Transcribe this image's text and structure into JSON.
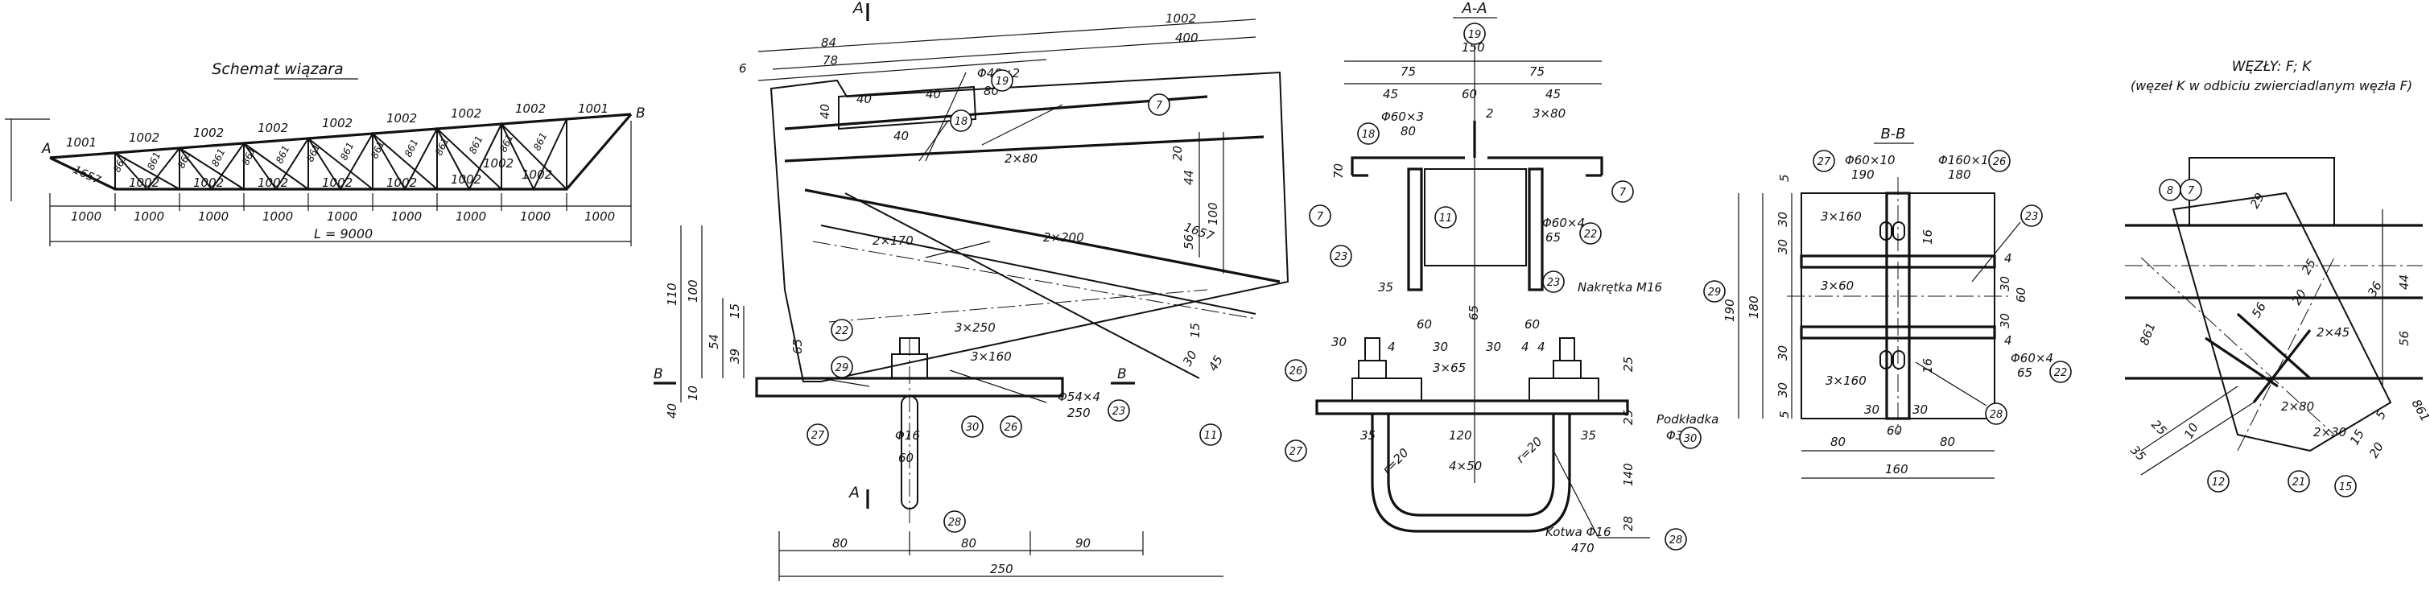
{
  "truss": {
    "title": "Schemat wiązara",
    "node_a": "A",
    "node_b": "B",
    "top_chord": [
      "1001",
      "1002",
      "1002",
      "1002",
      "1002",
      "1002",
      "1002",
      "1002",
      "1001"
    ],
    "bottom_chord": [
      "1002",
      "1002",
      "1002",
      "1002",
      "1002",
      "1002",
      "1002",
      "1002"
    ],
    "end_diagonal": "1657",
    "diagonals": [
      "861",
      "861",
      "861",
      "861",
      "861",
      "861",
      "861",
      "861",
      "861",
      "861",
      "861",
      "861",
      "861",
      "861"
    ],
    "panels": [
      "1000",
      "1000",
      "1000",
      "1000",
      "1000",
      "1000",
      "1000",
      "1000",
      "1000"
    ],
    "span": "L = 9000"
  },
  "support": {
    "section_marks": [
      "A",
      "A",
      "B",
      "B"
    ],
    "dims_top": [
      "84",
      "78",
      "1002",
      "400",
      "6"
    ],
    "dims_plate": [
      "40",
      "40",
      "40",
      "40"
    ],
    "labels": [
      "Φ40×2",
      "80",
      "2×80",
      "2×200",
      "2×170",
      "1657",
      "3×250",
      "3×160",
      "Φ54×4",
      "250",
      "Φ16",
      "60"
    ],
    "dims_left": [
      "110",
      "100",
      "54",
      "15",
      "39",
      "65",
      "40",
      "10"
    ],
    "dims_right": [
      "20",
      "44",
      "56",
      "100",
      "15",
      "30",
      "45"
    ],
    "dims_bottom": [
      "80",
      "80",
      "90",
      "250"
    ],
    "marks": [
      "19",
      "18",
      "7",
      "22",
      "29",
      "30",
      "26",
      "23",
      "27",
      "28",
      "11"
    ]
  },
  "section_aa": {
    "title": "A-A",
    "dims_top": [
      "150",
      "75",
      "75",
      "45",
      "60",
      "45"
    ],
    "labels": [
      "Φ60×3",
      "80",
      "2",
      "3×80",
      "70",
      "Φ60×4",
      "65",
      "Nakrętka M16",
      "35",
      "60",
      "60",
      "65",
      "30",
      "4",
      "30",
      "4",
      "3×65",
      "30",
      "25",
      "4",
      "Podkładka",
      "Φ34",
      "35",
      "120",
      "35",
      "25",
      "140",
      "28",
      "r=20",
      "r=20",
      "4×50",
      "Kotwa Φ16",
      "470"
    ],
    "marks": [
      "19",
      "18",
      "7",
      "7",
      "11",
      "22",
      "23",
      "23",
      "29",
      "26",
      "27",
      "30",
      "28"
    ]
  },
  "section_bb": {
    "title": "B-B",
    "labels": [
      "Φ60×10",
      "190",
      "Φ160×10",
      "180",
      "3×160",
      "3×60",
      "3×160",
      "Φ60×4",
      "65",
      "190",
      "180",
      "30",
      "30",
      "30",
      "60",
      "30",
      "16",
      "16",
      "60",
      "30",
      "30",
      "30",
      "30",
      "80",
      "80",
      "160",
      "5",
      "5",
      "4",
      "4"
    ],
    "marks": [
      "27",
      "26",
      "23",
      "22",
      "28"
    ]
  },
  "nodes": {
    "title": "WĘZŁY: F; K",
    "subtitle": "(węzeł K w odbiciu zwierciadlanym węzła F)",
    "labels": [
      "29",
      "25",
      "20",
      "56",
      "861",
      "2×45",
      "2×80",
      "2×30",
      "10",
      "25",
      "35",
      "15",
      "20",
      "5",
      "44",
      "56",
      "861",
      "36"
    ],
    "marks": [
      "8",
      "7",
      "12",
      "21",
      "15"
    ]
  }
}
